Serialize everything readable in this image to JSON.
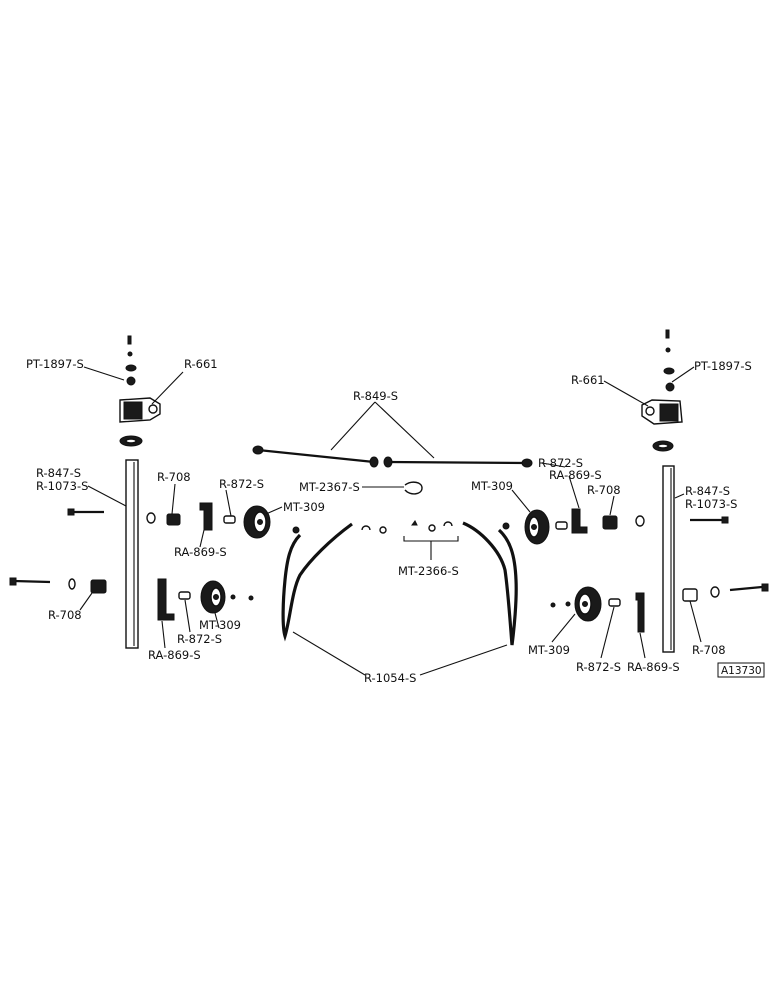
{
  "labels": {
    "pt1897_left": "PT-1897-S",
    "r661_left": "R-661",
    "r847_left": "R-847-S",
    "r1073_left": "R-1073-S",
    "r708_left_top": "R-708",
    "r872_left_top": "R-872-S",
    "mt309_left_top": "MT-309",
    "ra869_left_top": "RA-869-S",
    "r708_left_bottom": "R-708",
    "mt309_left_bottom": "MT-309",
    "r872_left_bottom": "R-872-S",
    "ra869_left_bottom": "RA-869-S",
    "r849": "R-849-S",
    "mt2367": "MT-2367-S",
    "mt2366": "MT-2366-S",
    "r1054": "R-1054-S",
    "pt1897_right": "PT-1897-S",
    "r661_right": "R-661",
    "r872_right_top": "R-872-S",
    "ra869_right_top": "RA-869-S",
    "mt309_right_top": "MT-309",
    "r708_right_top": "R-708",
    "r847_right": "R-847-S",
    "r1073_right": "R-1073-S",
    "mt309_right_bottom": "MT-309",
    "r872_right_bottom": "R-872-S",
    "ra869_right_bottom": "RA-869-S",
    "r708_right_bottom": "R-708",
    "figure_id": "A13730"
  }
}
